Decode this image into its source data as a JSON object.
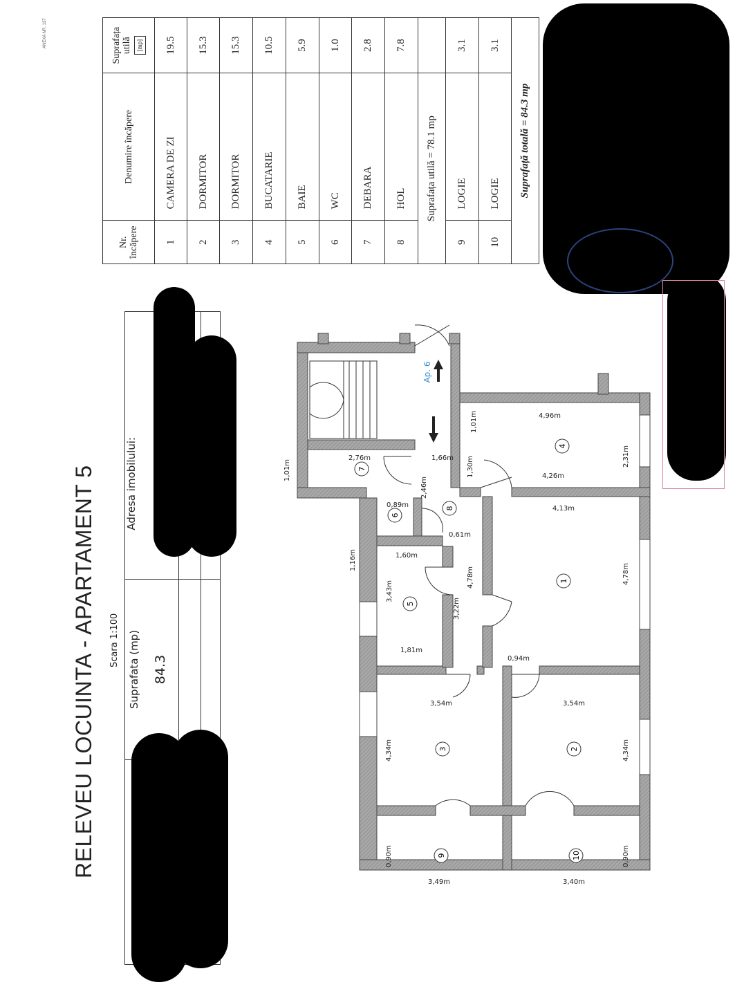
{
  "annex": "ANEXA NR. 137",
  "title": "RELEVEU LOCUINTA - APARTAMENT 5",
  "scale": "Scara 1:100",
  "info_block": {
    "area_label": "Suprafata (mp)",
    "area_value": "84.3",
    "address_label": "Adresa imobilului:"
  },
  "rooms_table": {
    "headers": {
      "nr": "Nr. încăpere",
      "name": "Denumire încăpere",
      "area": "Suprafața utilă",
      "unit": "[mp]"
    },
    "rows": [
      {
        "nr": "1",
        "name": "CAMERA DE ZI",
        "area": "19.5"
      },
      {
        "nr": "2",
        "name": "DORMITOR",
        "area": "15.3"
      },
      {
        "nr": "3",
        "name": "DORMITOR",
        "area": "15.3"
      },
      {
        "nr": "4",
        "name": "BUCATARIE",
        "area": "10.5"
      },
      {
        "nr": "5",
        "name": "BAIE",
        "area": "5.9"
      },
      {
        "nr": "6",
        "name": "WC",
        "area": "1.0"
      },
      {
        "nr": "7",
        "name": "DEBARA",
        "area": "2.8"
      },
      {
        "nr": "8",
        "name": "HOL",
        "area": "7.8"
      }
    ],
    "subtotal": "Suprafața utilă = 78.1 mp",
    "extra_rows": [
      {
        "nr": "9",
        "name": "LOGIE",
        "area": "3.1"
      },
      {
        "nr": "10",
        "name": "LOGIE",
        "area": "3.1"
      }
    ],
    "total": "Suprafață totală = 84.3 mp"
  },
  "plan": {
    "neighbor_label": "Ap. 6",
    "neighbor_color": "#3a8fd0",
    "room_numbers": [
      "1",
      "2",
      "3",
      "4",
      "5",
      "6",
      "7",
      "8",
      "9",
      "10"
    ],
    "dimensions": [
      "2,76m",
      "1,66m",
      "1,01m",
      "1,01m",
      "4,96m",
      "2,31m",
      "4,26m",
      "1,30m",
      "2,46m",
      "0,89m",
      "0,61m",
      "4,13m",
      "1,16m",
      "1,60m",
      "3,43m",
      "3,22m",
      "4,78m",
      "4,78m",
      "1,81m",
      "0,94m",
      "3,54m",
      "3,54m",
      "4,34m",
      "4,34m",
      "0,90m",
      "0,90m",
      "3,49m",
      "3,40m"
    ]
  },
  "colors": {
    "wall": "#a8a8a8",
    "redaction": "#000000",
    "stamp": "#d9879a"
  }
}
